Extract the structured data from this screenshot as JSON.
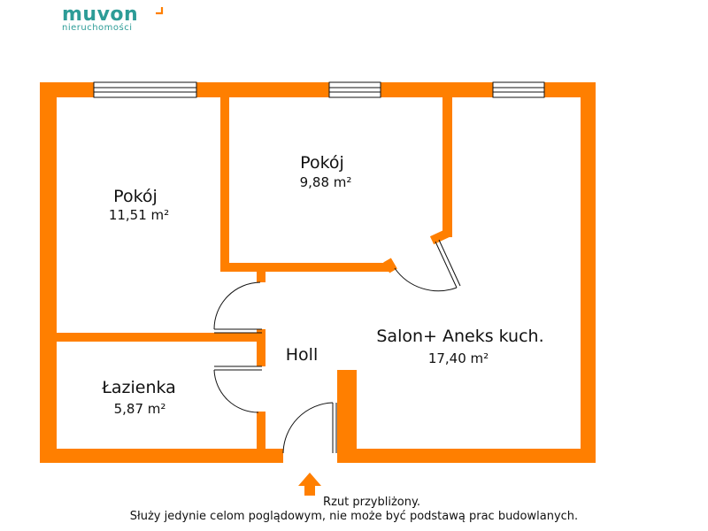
{
  "brand": {
    "name": "muvon",
    "tagline": "nieruchomości",
    "color": "#2d9c97"
  },
  "colors": {
    "wall": "#ff7f00",
    "window_glass": "#ffffff",
    "text": "#111111"
  },
  "rooms": [
    {
      "name": "Pokój",
      "area": "11,51 m²"
    },
    {
      "name": "Pokój",
      "area": "9,88 m²"
    },
    {
      "name": "Salon+ Aneks kuch.",
      "area": "17,40 m²"
    },
    {
      "name": "Holl",
      "area": ""
    },
    {
      "name": "Łazienka",
      "area": "5,87 m²"
    }
  ],
  "entrance": {
    "icon": "arrow-up-icon"
  },
  "note": {
    "line1": "Rzut przybliżony.",
    "line2": "Służy jedynie celom poglądowym, nie może być podstawą prac budowlanych."
  }
}
